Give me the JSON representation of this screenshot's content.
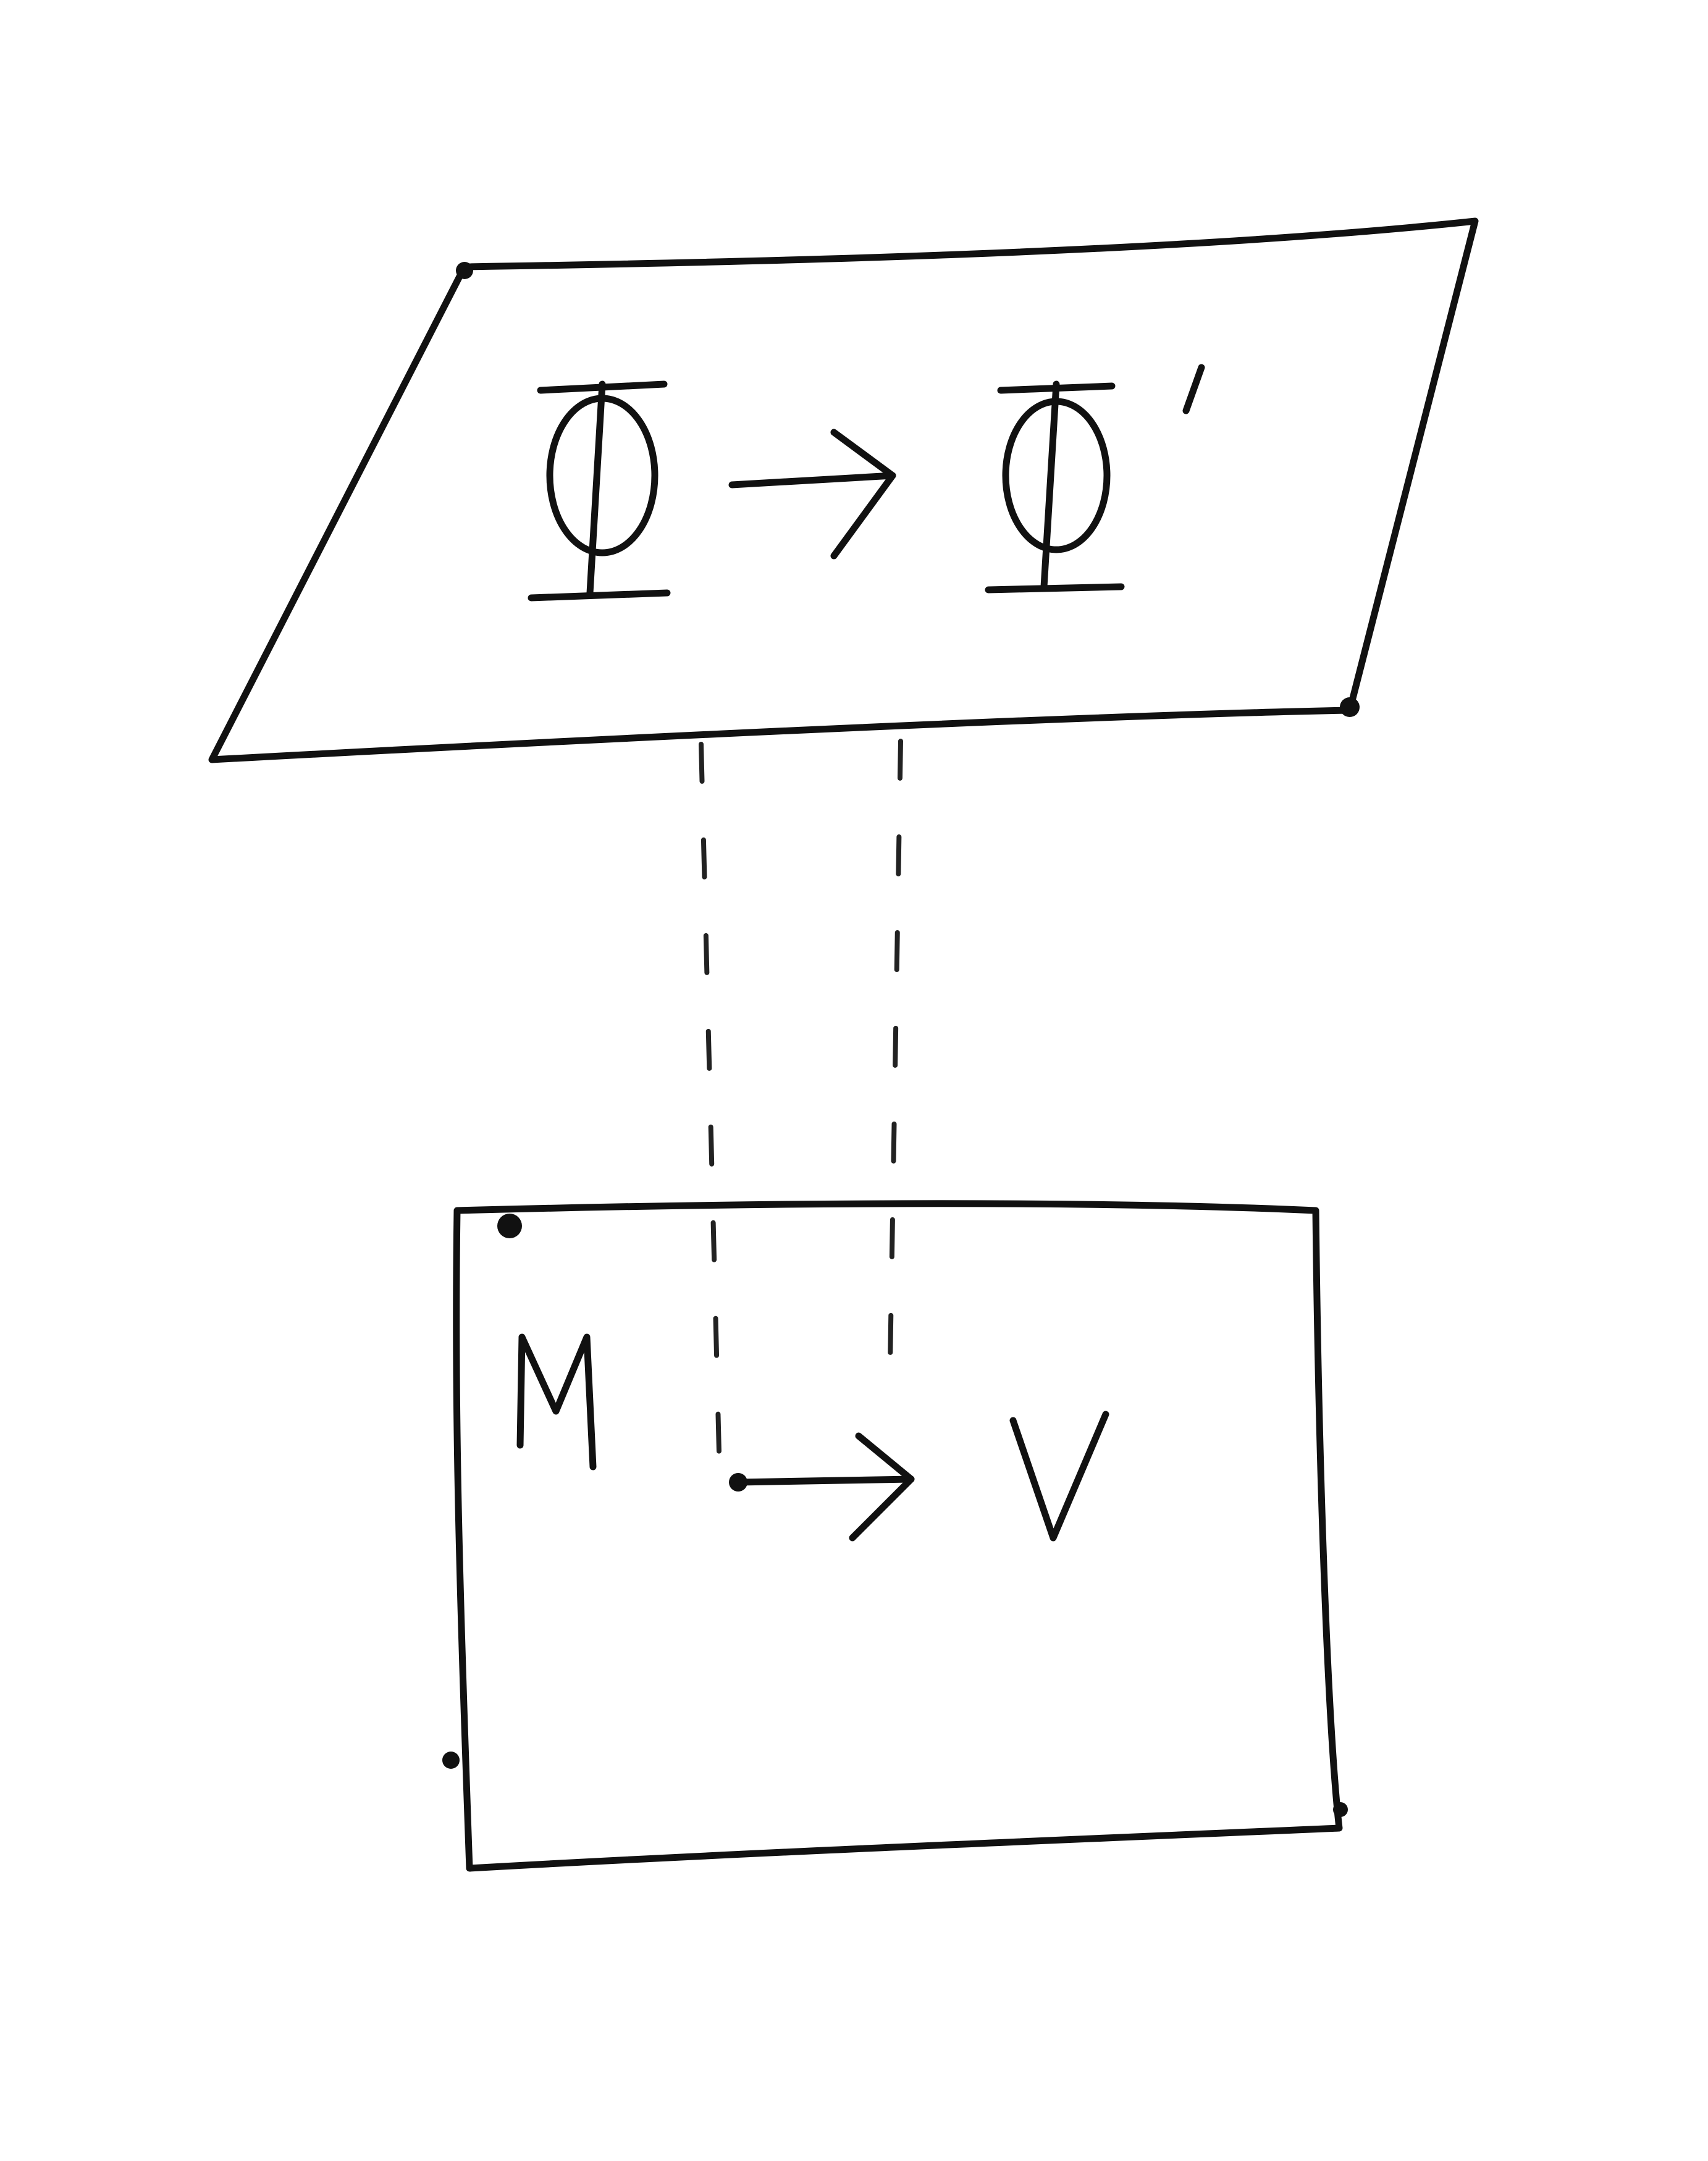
{
  "top_plane": {
    "symbol_left": "Φ",
    "arrow": "→",
    "symbol_right": "Φ",
    "prime": "′"
  },
  "bottom_box": {
    "label": "M",
    "target": "V"
  },
  "colors": {
    "ink": "#111111",
    "background": "#ffffff"
  }
}
